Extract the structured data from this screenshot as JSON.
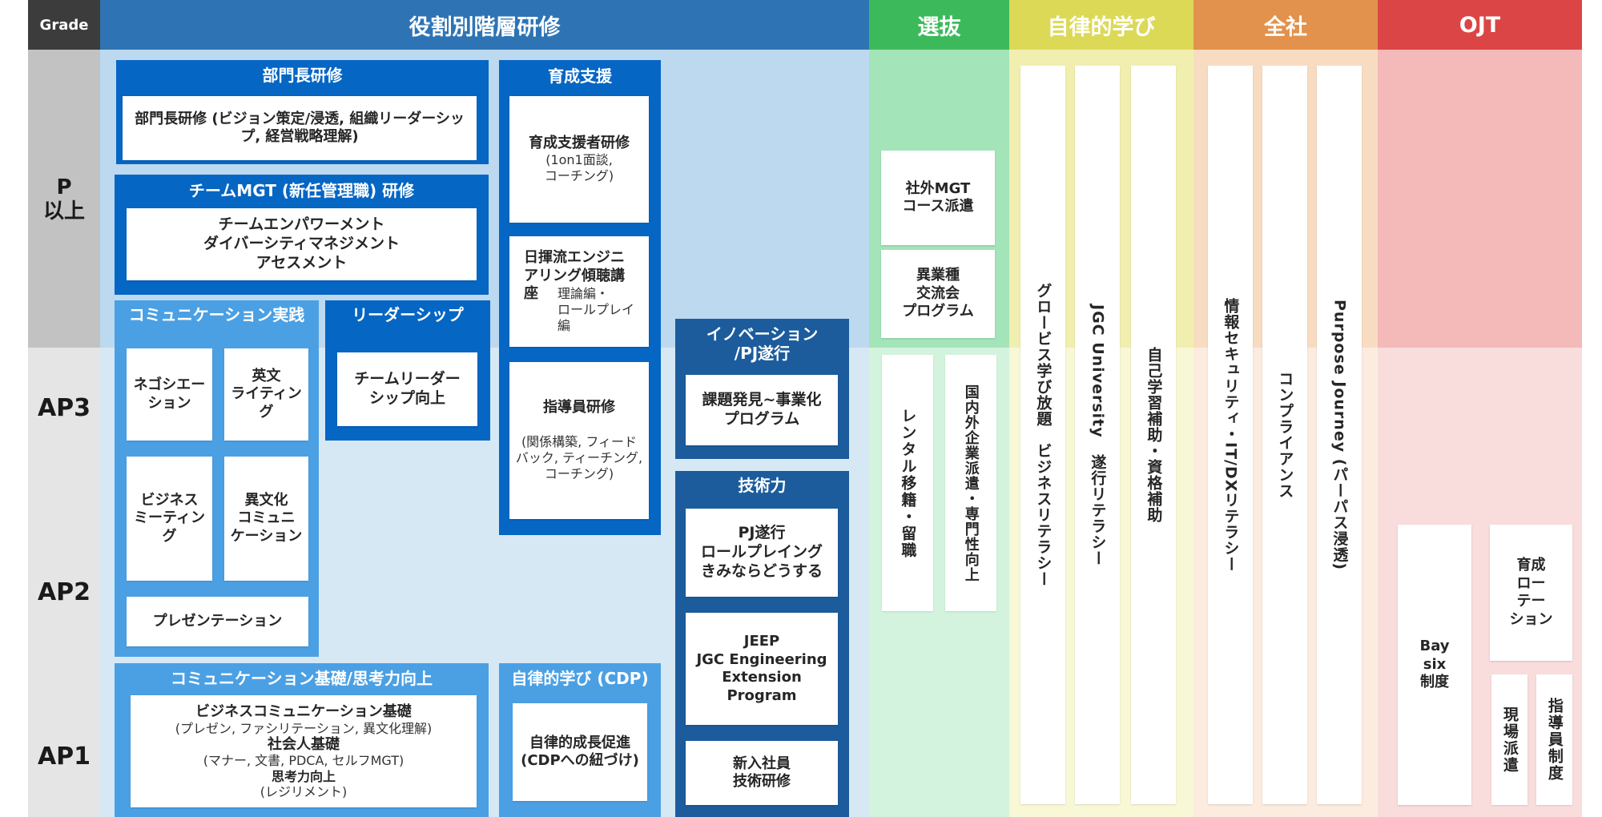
{
  "header": {
    "grade": "Grade",
    "hierarchy": "役割別階層研修",
    "selection": "選抜",
    "autonomous": "自律的学び",
    "company": "全社",
    "ojt": "OJT"
  },
  "grades": {
    "p": "P\n以上",
    "ap3": "AP3",
    "ap2": "AP2",
    "ap1": "AP1"
  },
  "hierarchy": {
    "dept_head": {
      "title": "部門長研修",
      "card": "部門長研修 (ビジョン策定/浸透, 組織リーダーシップ, 経営戦略理解)"
    },
    "team_mgt": {
      "title": "チームMGT (新任管理職) 研修",
      "card": "チームエンパワーメント\nダイバーシティマネジメント\nアセスメント"
    },
    "comm_practice": {
      "title": "コミュニケーション実践",
      "negotiation": "ネゴシエー\nション",
      "writing": "英文\nライティン\nグ",
      "meeting": "ビジネス\nミーティン\nグ",
      "crosscultural": "異文化\nコミュニ\nケーション",
      "presentation": "プレゼンテーション"
    },
    "leadership": {
      "title": "リーダーシップ",
      "card": "チームリーダー\nシップ向上"
    },
    "support": {
      "title": "育成支援",
      "trainer_main": "育成支援者研修",
      "trainer_sub": "(1on1面談,\nコーチング)",
      "listening_main": "日揮流エンジニ\nアリング傾聴講\n座",
      "listening_sub": "理論編・\nロールプレイ編",
      "instructor_main": "指導員研修",
      "instructor_sub": "(関係構築, フィード\nバック, ティーチング,\nコーチング)"
    },
    "comm_basic": {
      "title": "コミュニケーション基礎/思考力向上",
      "l1": "ビジネスコミュニケーション基礎",
      "l2": "(プレゼン, ファシリテーション, 異文化理解)",
      "l3": "社会人基礎",
      "l4": "(マナー, 文書, PDCA, セルフMGT)",
      "l5": "思考力向上",
      "l6": "(レジリメント)"
    },
    "cdp": {
      "title": "自律的学び (CDP)",
      "card": "自律的成長促進\n(CDPへの紐づけ)"
    },
    "innovation": {
      "title": "イノベーション\n/PJ遂行",
      "card": "課題発見~事業化\nプログラム"
    },
    "tech": {
      "title": "技術力",
      "pj": "PJ遂行\nロールプレイング\nきみならどうする",
      "jeep": "JEEP\nJGC Engineering\nExtension Program",
      "newhire": "新入社員\n技術研修"
    }
  },
  "selection": {
    "mgt": "社外MGT\nコース派遣",
    "cross": "異業種\n交流会\nプログラム",
    "rental": "レンタル移籍・留職",
    "dispatch": "国内外企業派遣・専門性向上"
  },
  "autonomous": {
    "globis": "グロービス学び放題　ビジネスリテラシー",
    "jgcu": "JGC University　遂行リテラシー",
    "selfstudy": "自己学習補助・資格補助"
  },
  "company": {
    "security": "情報セキュリティ・IT/DXリテラシー",
    "compliance": "コンプライアンス",
    "purpose": "Purpose Journey (パーパス浸透)"
  },
  "ojt": {
    "baysix": "Bay\nsix\n制度",
    "rotation": "育成\nロー\nテー\nション",
    "field": "現場派遣",
    "instructor": "指導員制度"
  }
}
